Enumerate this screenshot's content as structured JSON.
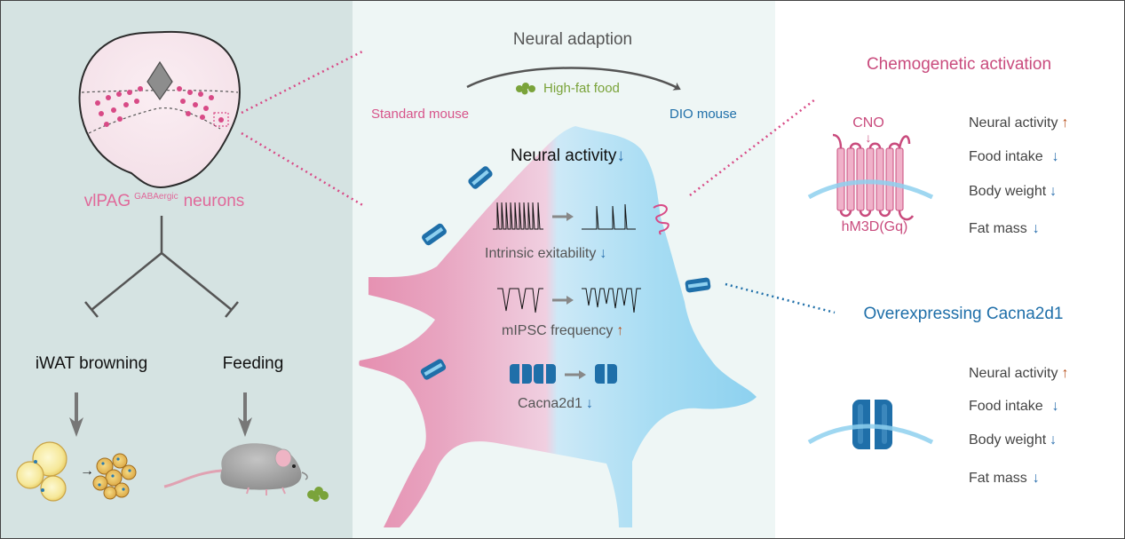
{
  "left": {
    "cell_main": "vlPAG",
    "cell_super": "GABAergic",
    "cell_suffix": "neurons",
    "branch_left": "iWAT browning",
    "branch_right": "Feeding",
    "arrow_glyph": "→"
  },
  "middle": {
    "title": "Neural adaption",
    "food": "High-fat food",
    "standard": "Standard mouse",
    "dio": "DIO mouse",
    "activity_text": "Neural activity",
    "excitability_text": "Intrinsic exitability",
    "mipsc_text": "mIPSC frequency",
    "cacna_text": "Cacna2d1",
    "down_glyph": "↓",
    "up_glyph": "↑"
  },
  "right": {
    "chemo_title": "Chemogenetic activation",
    "cno": "CNO",
    "cno_arrow": "↓",
    "receptor": "hM3D(Gq)",
    "over_title": "Overexpressing Cacna2d1",
    "effects": [
      {
        "label": "Neural activity",
        "arrow": "↑"
      },
      {
        "label": "Food intake",
        "arrow": "↓"
      },
      {
        "label": "Body weight",
        "arrow": "↓"
      },
      {
        "label": "Fat mass",
        "arrow": "↓"
      }
    ]
  },
  "colors": {
    "left_bg": "#d5e3e2",
    "middle_bg": "#eef6f5",
    "pink": "#c94b7d",
    "blue": "#1f6fa9",
    "light_blue": "#8ed0ef",
    "arrow_up": "#b8521f",
    "arrow_down": "#2a6fae",
    "food_green": "#7aa33a"
  }
}
